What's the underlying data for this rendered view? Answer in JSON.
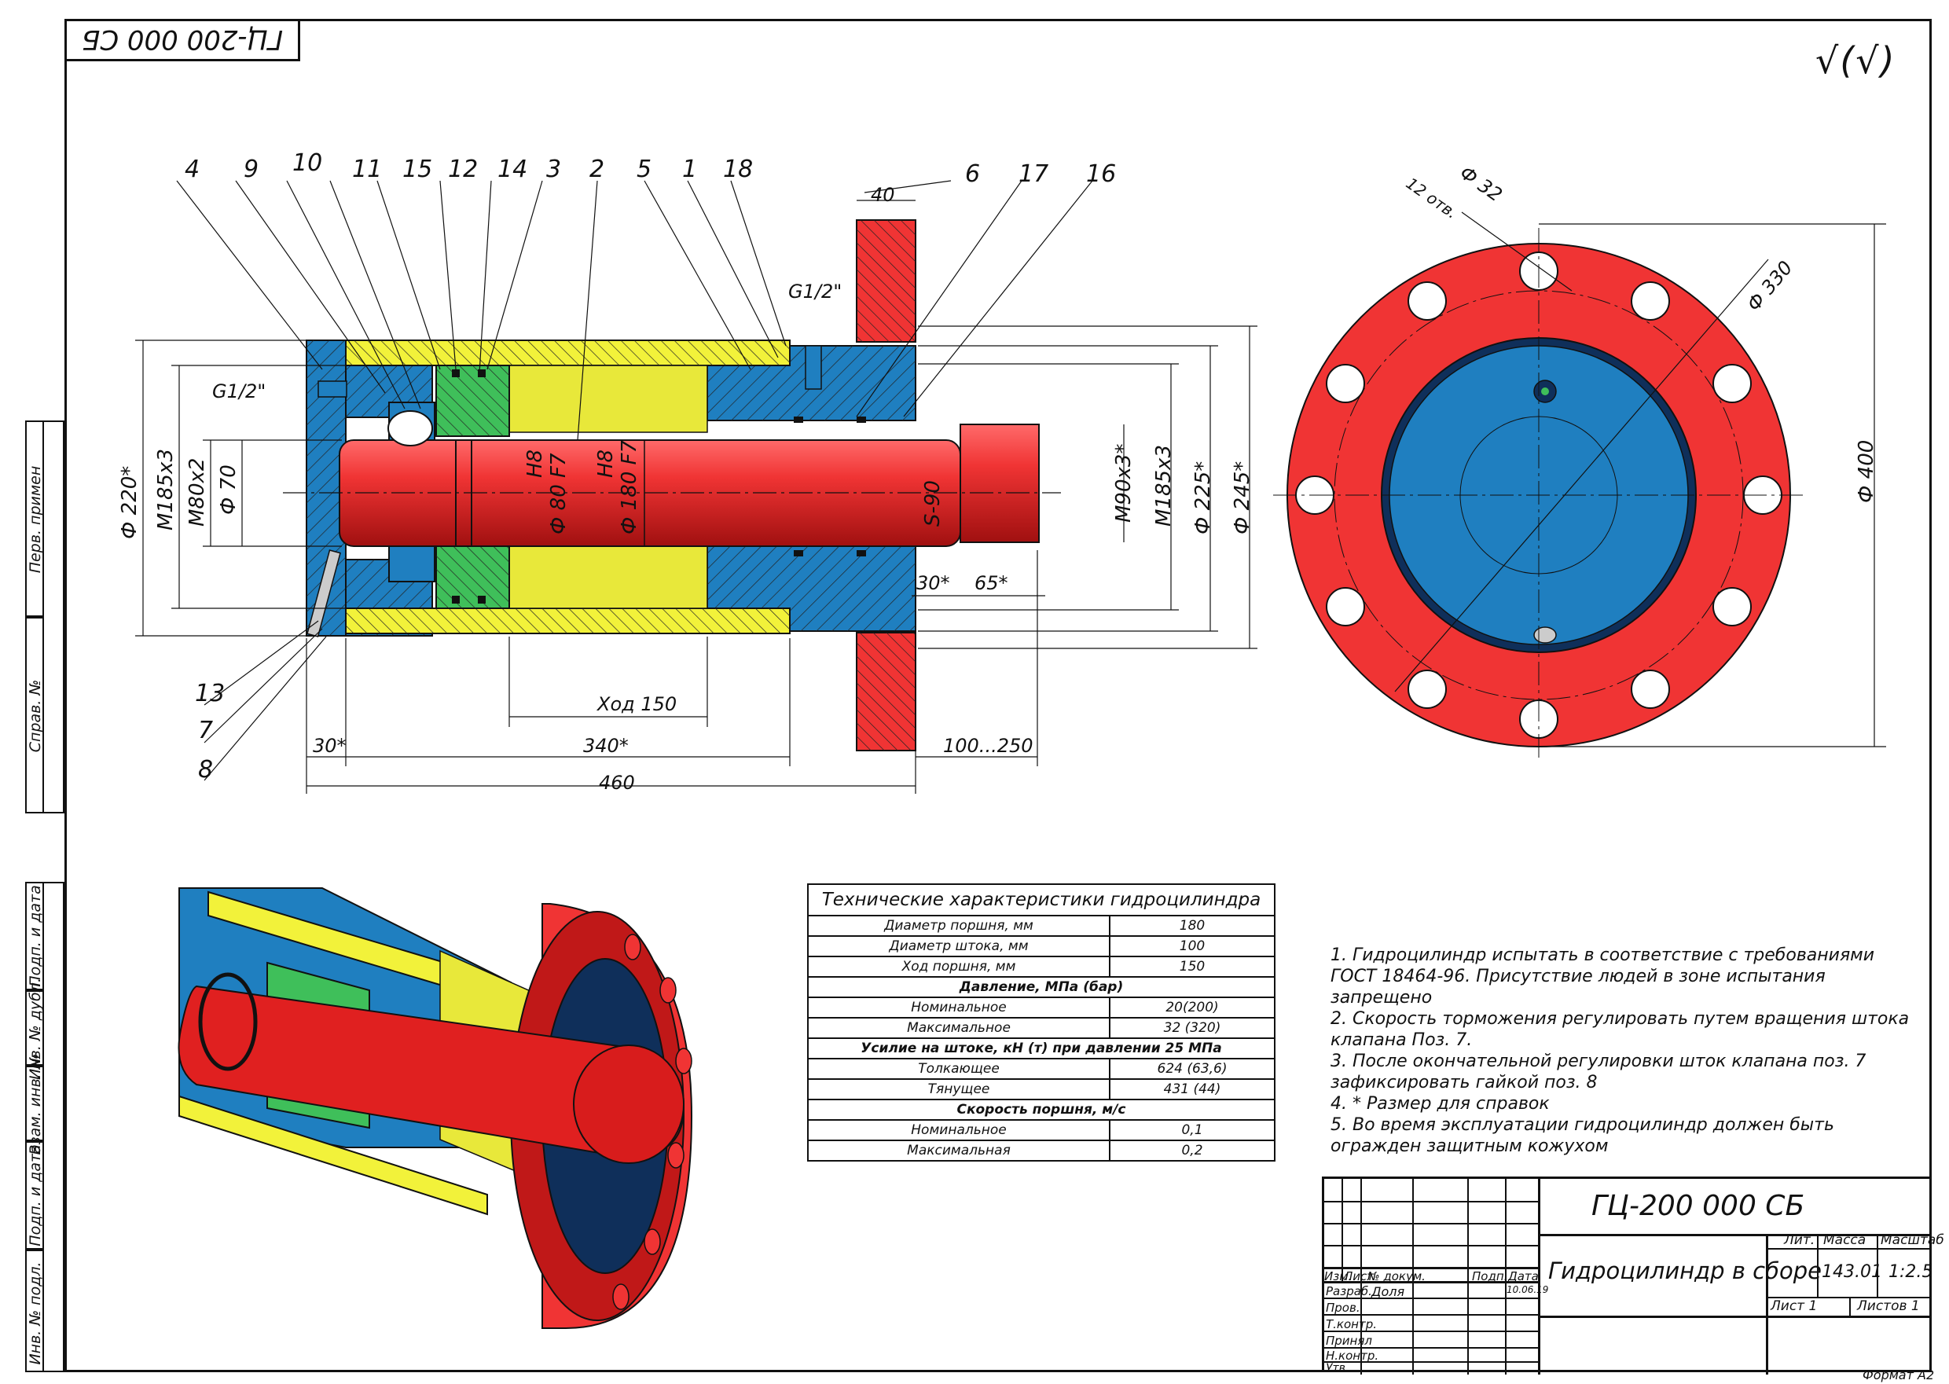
{
  "document_code": "ГЦ-200 000 СБ",
  "format": "Формат А2",
  "roughness_symbol": "√(√)",
  "side_strip": [
    "Перв. примен",
    "Справ. №",
    "Подп. и дата",
    "Инв. № дубл.",
    "Взам. инв. №",
    "Подп. и дата",
    "Инв. № подл."
  ],
  "balloons": [
    "4",
    "9",
    "10",
    "11",
    "15",
    "12",
    "14",
    "3",
    "2",
    "5",
    "1",
    "18",
    "6",
    "17",
    "16",
    "13",
    "7",
    "8"
  ],
  "dimensions": {
    "flange_thk": "40",
    "g_upper": "G1/2\"",
    "g_left": "G1/2\"",
    "d220": "Ф 220*",
    "m185_left": "М185х3",
    "m80": "М80х2",
    "d70": "Ф 70",
    "h8_1": "Н8",
    "d80f7": "Ф 80 F7",
    "h8_2": "Н8",
    "d180f7": "Ф 180 F7",
    "s90": "S-90",
    "m90": "М90х3*",
    "m185_right": "М185х3",
    "d225": "Ф 225*",
    "d245": "Ф 245*",
    "d30": "30*",
    "d65": "65*",
    "stroke": "Ход 150",
    "l30": "30*",
    "l340": "340*",
    "l460": "460",
    "l100": "100...250",
    "d32": "Ф 32",
    "holes12": "12 отв.",
    "d330": "Ф 330",
    "d400": "Ф 400"
  },
  "specs_table": {
    "title": "Технические характеристики гидроцилиндра",
    "rows": [
      {
        "label": "Диаметр поршня, мм",
        "value": "180"
      },
      {
        "label": "Диаметр штока, мм",
        "value": "100"
      },
      {
        "label": "Ход поршня, мм",
        "value": "150"
      },
      {
        "group": "Давление, МПа (бар)"
      },
      {
        "label": "Номинальное",
        "value": "20(200)"
      },
      {
        "label": "Максимальное",
        "value": "32 (320)"
      },
      {
        "group": "Усилие на штоке, кН (т) при давлении 25 МПа"
      },
      {
        "label": "Толкающее",
        "value": "624 (63,6)"
      },
      {
        "label": "Тянущее",
        "value": "431 (44)"
      },
      {
        "group": "Скорость поршня, м/с"
      },
      {
        "label": "Номинальное",
        "value": "0,1"
      },
      {
        "label": "Максимальная",
        "value": "0,2"
      }
    ]
  },
  "notes": [
    "1.   Гидроцилиндр испытать в соответствие с требованиями ГОСТ 18464-96. Присутствие людей в зоне испытания запрещено",
    "2.   Скорость торможения регулировать путем вращения штока клапана Поз. 7.",
    "3.   После окончательной регулировки шток клапана поз. 7 зафиксировать гайкой поз. 8",
    "4.     * Размер для справок",
    "5.   Во время эксплуатации гидроцилиндр должен быть огражден защитным кожухом"
  ],
  "title_block": {
    "designation": "ГЦ-200 000 СБ",
    "name": "Гидроцилиндр в сборе",
    "hdr_izm": "Изм.",
    "hdr_list": "Лист",
    "hdr_doc": "№ докум.",
    "hdr_podp": "Подп.",
    "hdr_date": "Дата",
    "hdr_lit": "Лит.",
    "hdr_mass": "Масса",
    "hdr_scale": "Масштаб",
    "mass": "143.01",
    "scale": "1:2.5",
    "sheet": "Лист 1",
    "sheets": "Листов 1",
    "roles": [
      "Разраб.",
      "Пров.",
      "Т.контр.",
      "Принял",
      "Н.контр.",
      "Утв."
    ],
    "developer": "Доля",
    "dev_date": "10.06.19"
  },
  "colors": {
    "red": "#f03434",
    "blue": "#1f7fc0",
    "yellow": "#f2f23a",
    "green": "#3fbf5a",
    "navy": "#0f2f5a"
  }
}
